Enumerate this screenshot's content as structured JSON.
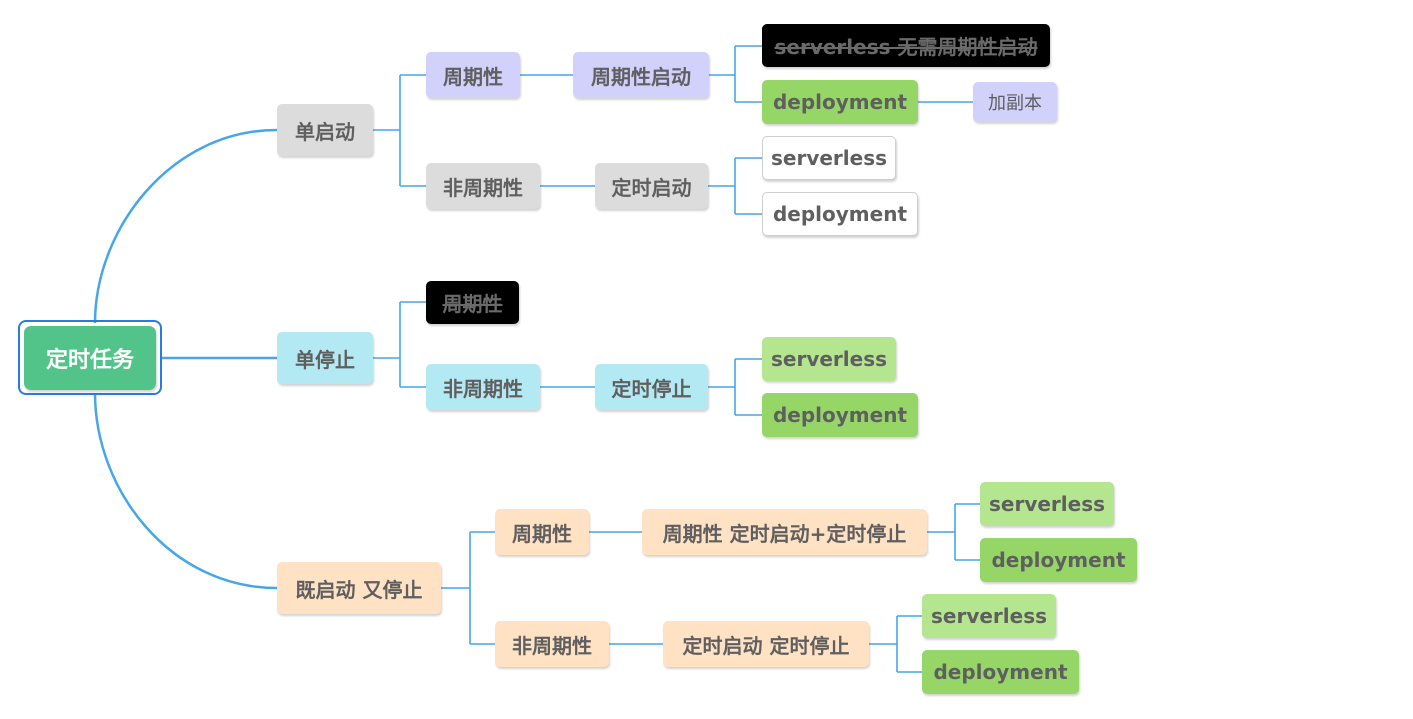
{
  "colors": {
    "line": "#45a6ec",
    "root": "#52c48a",
    "gray": "#dcdcdc",
    "lavender": "#d1d1fb",
    "cyan": "#b3e9f2",
    "peach": "#ffe1c4",
    "green": "#95d667",
    "light_green": "#b3e68e",
    "black": "#000000"
  },
  "root": "定时任务",
  "single_start": {
    "label": "单启动",
    "periodic": {
      "label": "周期性",
      "child": "周期性启动",
      "serverless": "serverless 无需周期性启动",
      "deployment": "deployment",
      "note": "加副本"
    },
    "aperiodic": {
      "label": "非周期性",
      "child": "定时启动",
      "serverless": "serverless",
      "deployment": "deployment"
    }
  },
  "single_stop": {
    "label": "单停止",
    "periodic": {
      "label": "周期性"
    },
    "aperiodic": {
      "label": "非周期性",
      "child": "定时停止",
      "serverless": "serverless",
      "deployment": "deployment"
    }
  },
  "start_and_stop": {
    "label": "既启动 又停止",
    "periodic": {
      "label": "周期性",
      "child": "周期性 定时启动+定时停止",
      "serverless": "serverless",
      "deployment": "deployment"
    },
    "aperiodic": {
      "label": "非周期性",
      "child": "定时启动 定时停止",
      "serverless": "serverless",
      "deployment": "deployment"
    }
  }
}
